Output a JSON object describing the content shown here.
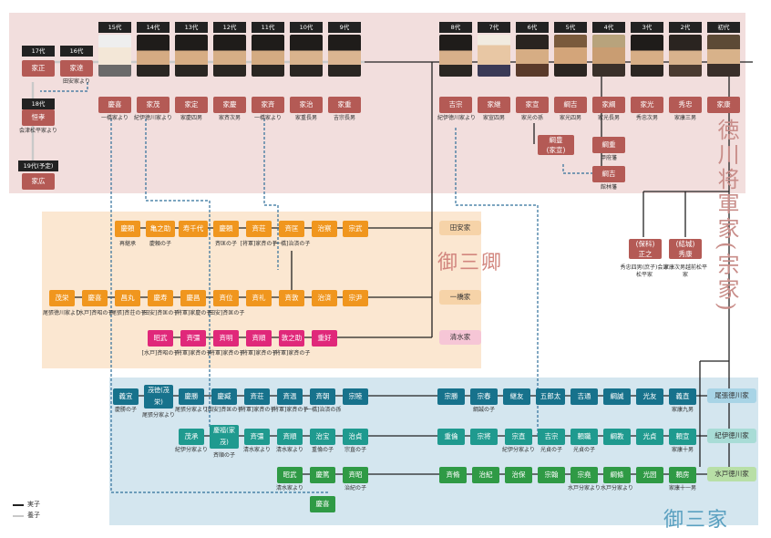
{
  "shogun_title": "徳川将軍家(宗家)",
  "gosankyo_title": "御三卿",
  "gosanke_title": "御三家",
  "branches": {
    "tayasu": "田安家",
    "hitotsubashi": "一橋家",
    "shimizu": "清水家",
    "owari": "尾張徳川家",
    "kii": "紀伊徳川家",
    "mito": "水戸徳川家"
  },
  "legend": {
    "real": "実子",
    "adopted": "養子"
  },
  "shoguns": [
    {
      "gen": "初代",
      "name": "家康",
      "note": ""
    },
    {
      "gen": "2代",
      "name": "秀忠",
      "note": "家康三男"
    },
    {
      "gen": "3代",
      "name": "家光",
      "note": "秀忠次男"
    },
    {
      "gen": "4代",
      "name": "家綱",
      "note": "家光長男"
    },
    {
      "gen": "5代",
      "name": "綱吉",
      "note": "家光四男"
    },
    {
      "gen": "6代",
      "name": "家宣",
      "note": "家光の孫"
    },
    {
      "gen": "7代",
      "name": "家継",
      "note": "家宣四男"
    },
    {
      "gen": "8代",
      "name": "吉宗",
      "note": "紀伊徳川家より"
    },
    {
      "gen": "9代",
      "name": "家重",
      "note": "吉宗長男"
    },
    {
      "gen": "10代",
      "name": "家治",
      "note": "家重長男"
    },
    {
      "gen": "11代",
      "name": "家斉",
      "note": "一橋家より"
    },
    {
      "gen": "12代",
      "name": "家慶",
      "note": "家斉次男"
    },
    {
      "gen": "13代",
      "name": "家定",
      "note": "家慶四男"
    },
    {
      "gen": "14代",
      "name": "家茂",
      "note": "紀伊徳川家より"
    },
    {
      "gen": "15代",
      "name": "慶喜",
      "note": "一橋家より"
    }
  ],
  "post": {
    "g16": "16代",
    "n16": "家達",
    "note16": "田安家より",
    "g17": "17代",
    "n17": "家正",
    "g18": "18代",
    "n18": "恒孝",
    "note18": "会津松平家より",
    "g19": "19代(予定)",
    "n19": "家広"
  },
  "misc": {
    "tsunatoyo": "綱豊",
    "tsunatoyo_sub": "(家宣)",
    "tsunashige": "綱重",
    "tsunashige_note": "甲府藩",
    "tsunayoshi2": "綱吉",
    "tsunayoshi2_note": "館林藩",
    "hoshina": "(保科)",
    "masayuki": "正之",
    "masayuki_note": "秀忠四男(庶子)会津松平家",
    "yuki": "(結城)",
    "hideyasu": "秀康",
    "hideyasu_note": "家康次男越前松平家"
  },
  "tayasu": [
    {
      "name": "宗武",
      "note": ""
    },
    {
      "name": "治察",
      "note": ""
    },
    {
      "name": "斉匡",
      "note": "[一橋]治済の子"
    },
    {
      "name": "斉荘",
      "note": "[将軍]家斉の子"
    },
    {
      "name": "慶頼",
      "note": "斉匡の子"
    },
    {
      "name": "寿千代",
      "note": ""
    },
    {
      "name": "亀之助",
      "note": "慶頼の子"
    },
    {
      "name": "慶頼",
      "note": "再継承"
    }
  ],
  "hitotsubashi": [
    {
      "name": "宗尹",
      "note": ""
    },
    {
      "name": "治済",
      "note": ""
    },
    {
      "name": "斉敦",
      "note": ""
    },
    {
      "name": "斉礼",
      "note": ""
    },
    {
      "name": "斉位",
      "note": "[田安]斉匡の子"
    },
    {
      "name": "慶昌",
      "note": "[将軍]家慶の子"
    },
    {
      "name": "慶寿",
      "note": "[田安]斉匡の子"
    },
    {
      "name": "昌丸",
      "note": "[尾張]斉荘の子"
    },
    {
      "name": "慶喜",
      "note": "[水戸]斉昭の子"
    },
    {
      "name": "茂栄",
      "note": "尾張徳川家より"
    }
  ],
  "shimizu": [
    {
      "name": "重好",
      "note": ""
    },
    {
      "name": "敦之助",
      "note": "[将軍]家斉の子"
    },
    {
      "name": "斉順",
      "note": "[将軍]家斉の子"
    },
    {
      "name": "斉明",
      "note": "[将軍]家斉の子"
    },
    {
      "name": "斉彊",
      "note": "[将軍]家斉の子"
    },
    {
      "name": "昭武",
      "note": "[水戸]斉昭の子"
    }
  ],
  "owari": [
    {
      "name": "義直",
      "note": "家康九男"
    },
    {
      "name": "光友",
      "note": ""
    },
    {
      "name": "綱誠",
      "note": ""
    },
    {
      "name": "吉通",
      "note": ""
    },
    {
      "name": "五郎太",
      "note": ""
    },
    {
      "name": "継友",
      "note": ""
    },
    {
      "name": "宗春",
      "note": "綱誠の子"
    },
    {
      "name": "宗勝",
      "note": ""
    },
    {
      "name": "宗睦",
      "note": ""
    },
    {
      "name": "斉朝",
      "note": "[一橋]治済の孫"
    },
    {
      "name": "斉温",
      "note": "[将軍]家斉の子"
    },
    {
      "name": "斉荘",
      "note": "[将軍]家斉の子"
    },
    {
      "name": "慶臧",
      "note": "[田安]斉匡の子"
    },
    {
      "name": "慶勝",
      "note": "尾張分家より"
    },
    {
      "name": "茂徳(茂栄)",
      "note": "尾張分家より"
    },
    {
      "name": "義宜",
      "note": "慶勝の子"
    }
  ],
  "kii": [
    {
      "name": "頼宣",
      "note": "家康十男"
    },
    {
      "name": "光貞",
      "note": ""
    },
    {
      "name": "綱教",
      "note": ""
    },
    {
      "name": "頼職",
      "note": "光貞の子"
    },
    {
      "name": "吉宗",
      "note": "光貞の子"
    },
    {
      "name": "宗直",
      "note": "紀伊分家より"
    },
    {
      "name": "宗将",
      "note": ""
    },
    {
      "name": "重倫",
      "note": ""
    },
    {
      "name": "治貞",
      "note": "宗直の子"
    },
    {
      "name": "治宝",
      "note": "重倫の子"
    },
    {
      "name": "斉順",
      "note": "清水家より"
    },
    {
      "name": "斉彊",
      "note": "清水家より"
    },
    {
      "name": "慶福(家茂)",
      "note": "斉順の子"
    },
    {
      "name": "茂承",
      "note": "紀伊分家より"
    }
  ],
  "mito": [
    {
      "name": "頼房",
      "note": "家康十一男"
    },
    {
      "name": "光圀",
      "note": ""
    },
    {
      "name": "綱條",
      "note": "水戸分家より"
    },
    {
      "name": "宗堯",
      "note": "水戸分家より"
    },
    {
      "name": "宗翰",
      "note": ""
    },
    {
      "name": "治保",
      "note": ""
    },
    {
      "name": "治紀",
      "note": ""
    },
    {
      "name": "斉脩",
      "note": ""
    },
    {
      "name": "斉昭",
      "note": "治紀の子"
    },
    {
      "name": "慶篤",
      "note": ""
    },
    {
      "name": "昭武",
      "note": "清水家より"
    },
    {
      "name": "慶喜",
      "note": ""
    }
  ],
  "colors": {
    "shogun_bg": "#f2dedd",
    "gosankyo_bg": "#fbe7d1",
    "gosanke_bg": "#d4e6ef",
    "shogun_box": "#b45a55",
    "gosankyo_box": "#f0961e",
    "shimizu_box": "#e0287a",
    "owari_box": "#17728c",
    "kii_box": "#1f9a8f",
    "mito_box": "#2f9a45"
  }
}
